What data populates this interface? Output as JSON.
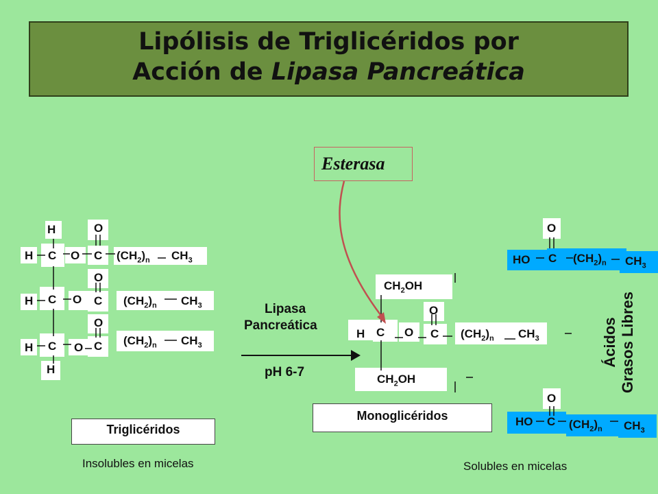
{
  "title": {
    "line1": "Lipólisis de Triglicéridos por",
    "line2_prefix": "Acción de ",
    "line2_italic": "Lipasa Pancreática"
  },
  "enzyme": "Esterasa",
  "reaction": {
    "enzyme_line1": "Lipasa",
    "enzyme_line2": "Pancreática",
    "ph": "pH 6-7"
  },
  "labels": {
    "triglycerides": "Triglicéridos",
    "insoluble": "Insolubles en micelas",
    "monoglycerides": "Monoglicéridos",
    "soluble": "Solubles en micelas",
    "free_fatty_acids_line1": "Ácidos",
    "free_fatty_acids_line2": "Grasos Libres"
  },
  "atoms": {
    "H": "H",
    "C": "C",
    "O": "O",
    "HO": "HO",
    "CH2n_prefix": "(CH",
    "CH2n_sub": "2",
    "CH2n_suffix": ")",
    "CH2n_n": "n",
    "CH3_prefix": "CH",
    "CH3_sub": "3",
    "CH2OH_prefix": "CH",
    "CH2OH_sub": "2",
    "CH2OH_suffix": "OH"
  },
  "colors": {
    "background": "#9ce79c",
    "title_bg": "#6b8f3f",
    "acid_blue": "#00aaff",
    "arrow_red": "#c05050"
  }
}
